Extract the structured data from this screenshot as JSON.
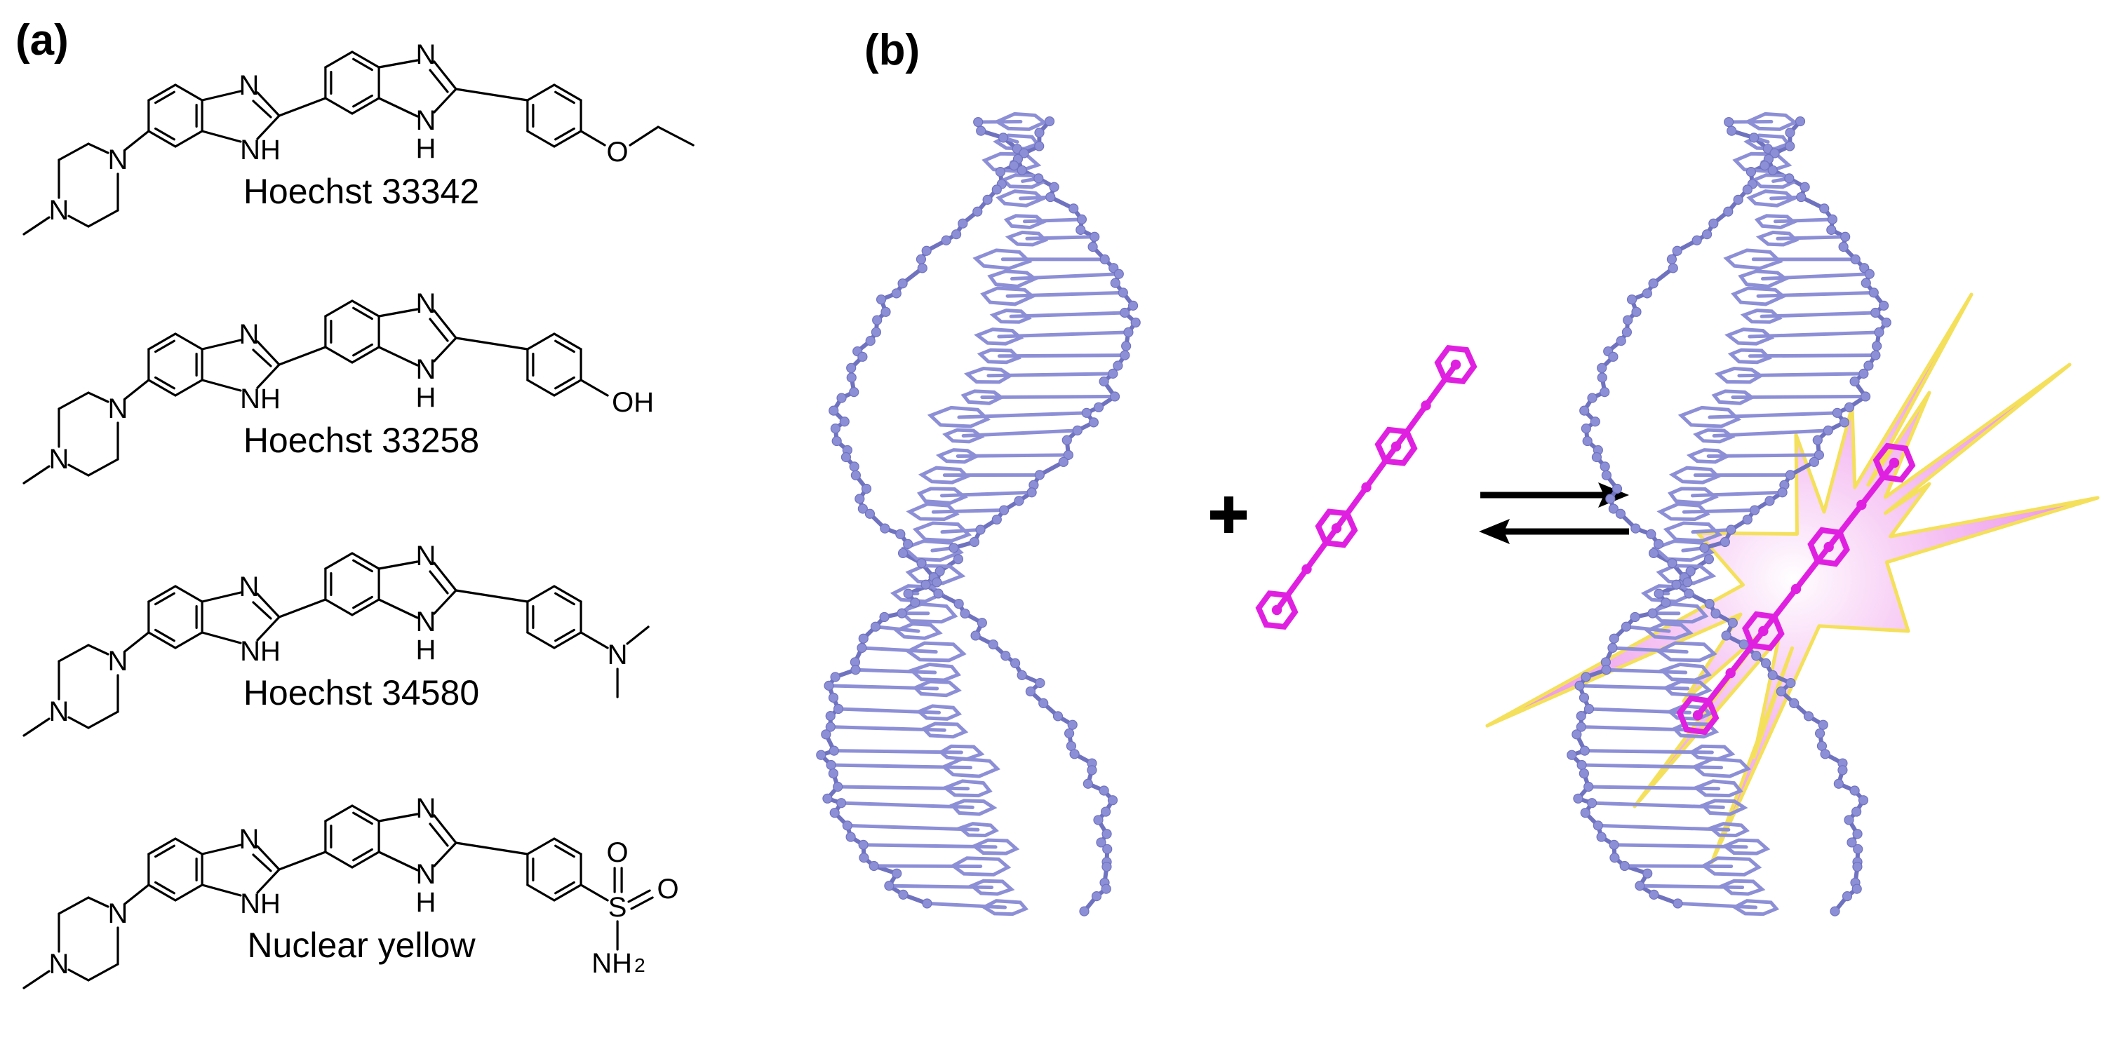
{
  "panels": {
    "a": {
      "label": "(a)"
    },
    "b": {
      "label": "(b)"
    }
  },
  "compounds": [
    {
      "name": "Hoechst 33342",
      "substituent": "ethoxy"
    },
    {
      "name": "Hoechst 33258",
      "substituent": "hydroxy"
    },
    {
      "name": "Hoechst 34580",
      "substituent": "dimethylamino"
    },
    {
      "name": "Nuclear yellow",
      "substituent": "sulfonamide"
    }
  ],
  "atoms": {
    "N": "N",
    "NH": "NH",
    "H": "H",
    "O": "O",
    "OH": "OH",
    "S": "S",
    "NH2": "NH",
    "sub2": "2"
  },
  "scheme": {
    "plus_sign": "+",
    "equilibrium": "reversible binding",
    "dna_color": "#8c8fd6",
    "dna_shadow": "#6f72bf",
    "ligand_color": "#e020e0",
    "glow_color": "#f2a2ef",
    "glow_edge_color": "#f4e05a"
  }
}
